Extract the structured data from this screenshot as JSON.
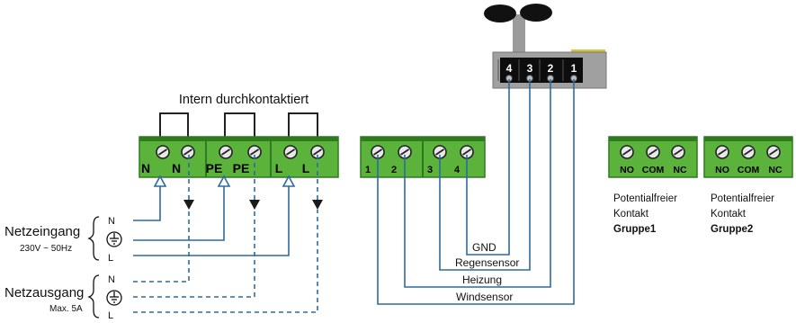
{
  "bridge_label": "Intern durchkontaktiert",
  "mains_in": {
    "title": "Netzeingang",
    "spec": "230V ~ 50Hz",
    "n": "N",
    "l": "L"
  },
  "mains_out": {
    "title": "Netzausgang",
    "spec": "Max. 5A",
    "n": "N",
    "l": "L"
  },
  "power_terminals": [
    "N",
    "N",
    "PE",
    "PE",
    "L",
    "L"
  ],
  "sensor_terminals": [
    "1",
    "2",
    "3",
    "4"
  ],
  "sensor_head_terminals": [
    "4",
    "3",
    "2",
    "1"
  ],
  "wires": {
    "gnd": "GND",
    "rain": "Regensensor",
    "heat": "Heizung",
    "wind": "Windsensor"
  },
  "relay1": {
    "terminals": [
      "NO",
      "COM",
      "NC"
    ],
    "line1": "Potentialfreier",
    "line2": "Kontakt",
    "group": "Gruppe1"
  },
  "relay2": {
    "terminals": [
      "NO",
      "COM",
      "NC"
    ],
    "line1": "Potentialfreier",
    "line2": "Kontakt",
    "group": "Gruppe2"
  },
  "colors": {
    "terminal_green": "#5cb33c",
    "terminal_dark": "#2f7a1f",
    "wire_blue": "#2c6b9e",
    "housing_gray": "#a0a0a0",
    "yellow": "#d9c436"
  }
}
